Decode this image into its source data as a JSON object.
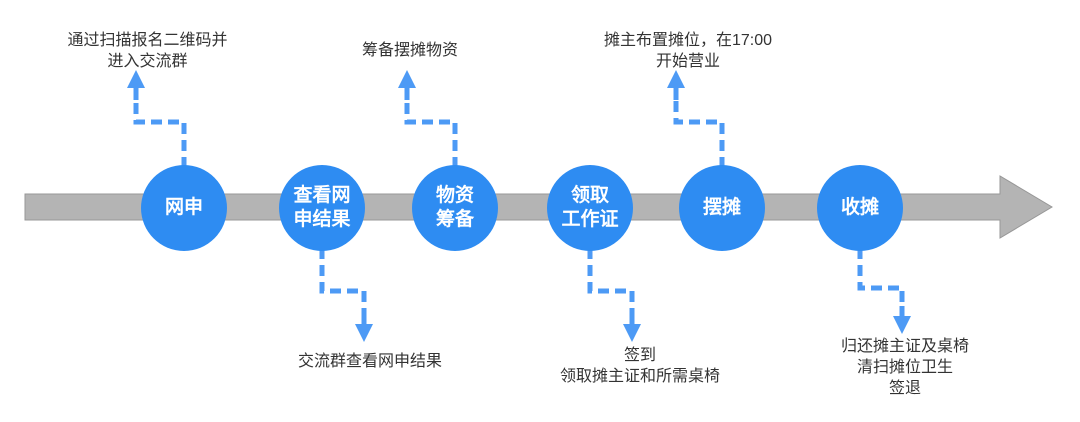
{
  "colors": {
    "background": "#ffffff",
    "circle": "#2e8cf2",
    "circle_text": "#ffffff",
    "connector": "#4d9af5",
    "arrow": "#b4b4b4",
    "annotation_text": "#333333"
  },
  "diagram": {
    "type": "timeline-flow",
    "direction": "left-to-right",
    "steps": [
      {
        "label": "网申",
        "annotation": "通过扫描报名二维码并\n进入交流群",
        "annotation_side": "top"
      },
      {
        "label": "查看网\n申结果",
        "annotation": "交流群查看网申结果",
        "annotation_side": "bottom"
      },
      {
        "label": "物资\n筹备",
        "annotation": "筹备摆摊物资",
        "annotation_side": "top"
      },
      {
        "label": "领取\n工作证",
        "annotation": "签到\n领取摊主证和所需桌椅",
        "annotation_side": "bottom"
      },
      {
        "label": "摆摊",
        "annotation": "摊主布置摊位，在17:00\n开始营业",
        "annotation_side": "top"
      },
      {
        "label": "收摊",
        "annotation": "归还摊主证及桌椅\n清扫摊位卫生\n签退",
        "annotation_side": "bottom"
      }
    ]
  }
}
